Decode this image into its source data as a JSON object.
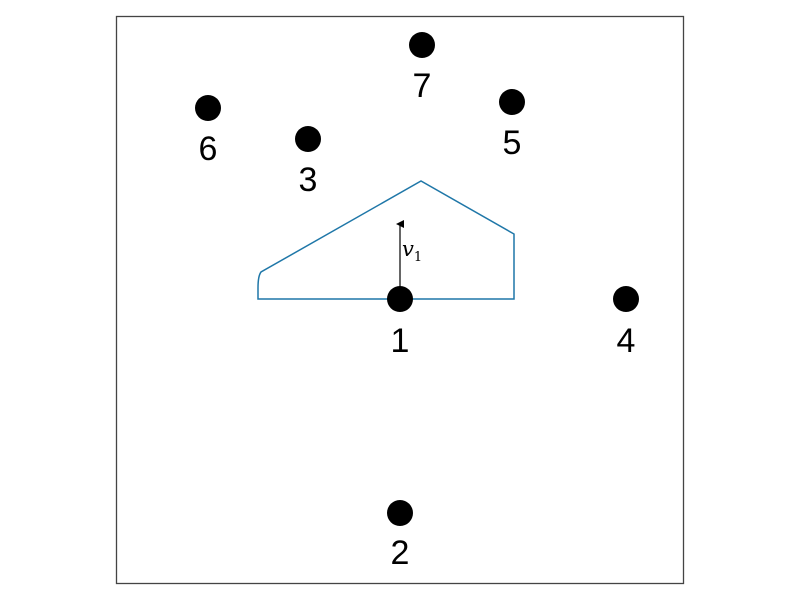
{
  "diagram": {
    "nodes": [
      {
        "id": "1",
        "label": "1"
      },
      {
        "id": "2",
        "label": "2"
      },
      {
        "id": "3",
        "label": "3"
      },
      {
        "id": "4",
        "label": "4"
      },
      {
        "id": "5",
        "label": "5"
      },
      {
        "id": "6",
        "label": "6"
      },
      {
        "id": "7",
        "label": "7"
      }
    ],
    "vector": {
      "symbol": "v",
      "subscript": "1",
      "origin_node": "1",
      "direction": "up"
    },
    "region": {
      "anchor_node": "1",
      "shape": "pentagon"
    },
    "colors": {
      "node": "#000000",
      "region_outline": "#1f77a8",
      "frame": "#444444",
      "vector": "#000000"
    }
  }
}
